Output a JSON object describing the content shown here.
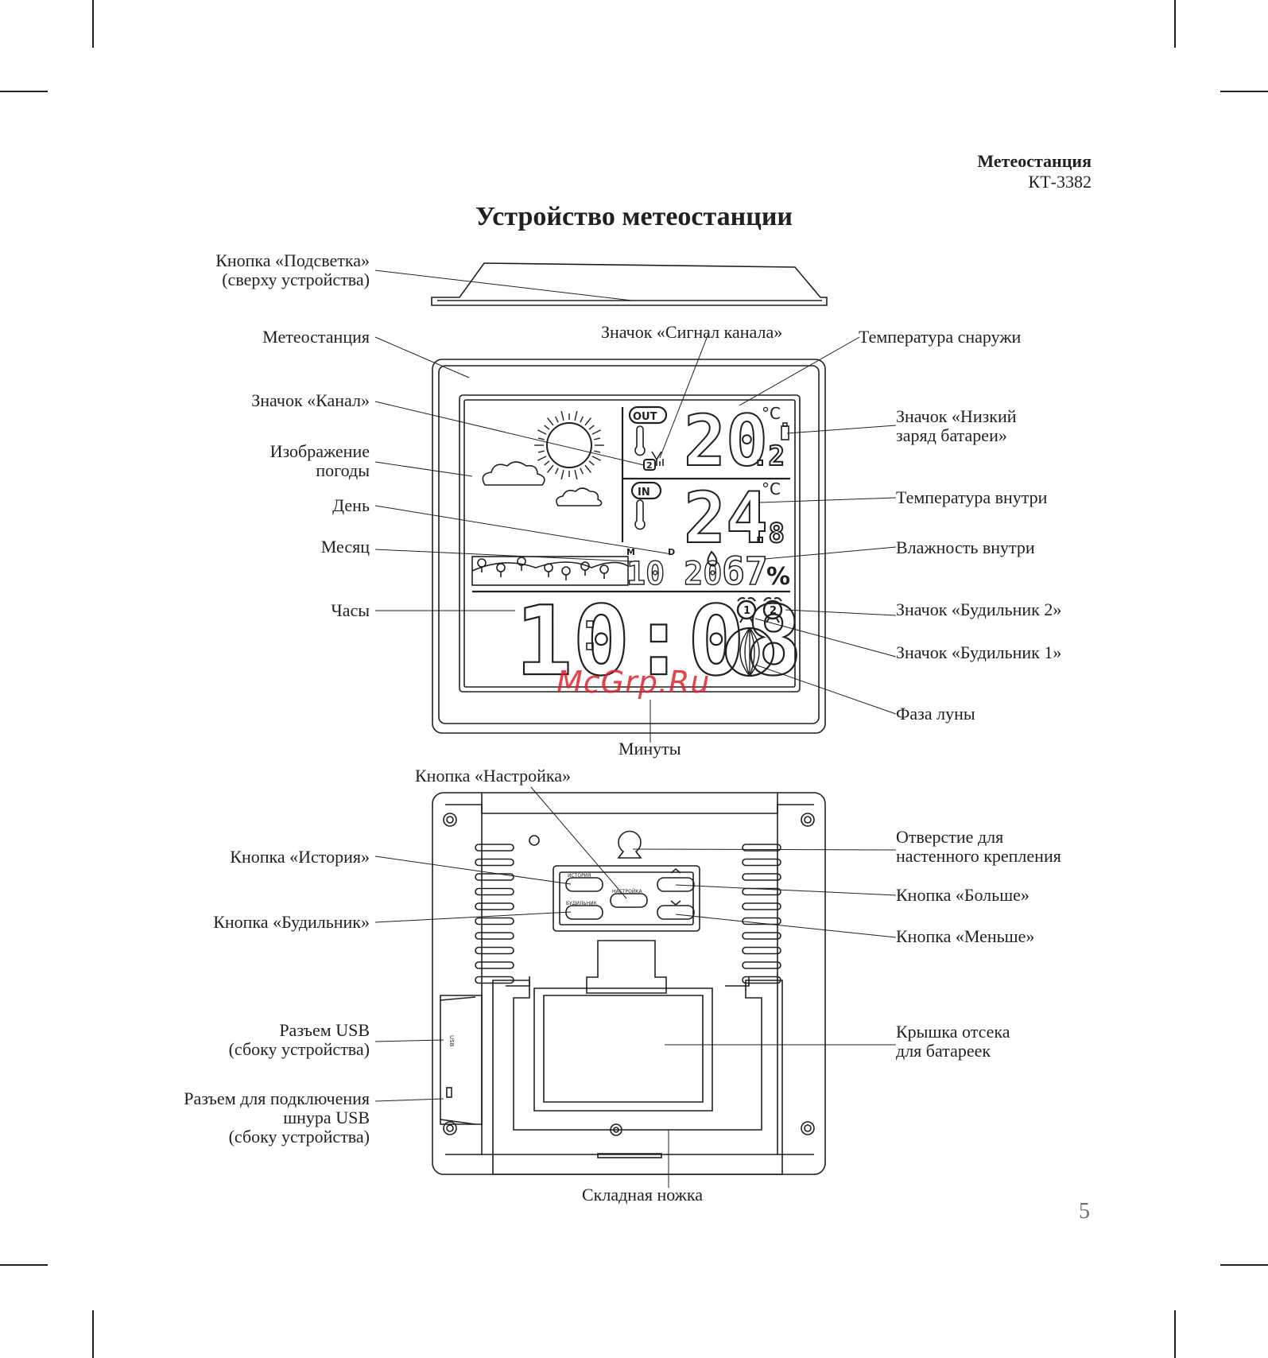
{
  "header": {
    "title": "Метеостанция",
    "model": "КТ-3382"
  },
  "page_title": "Устройство метеостанции",
  "page_number": "5",
  "watermark": "McGrp.Ru",
  "display": {
    "out_badge": "OUT",
    "in_badge": "IN",
    "channel": "2",
    "month_marker": "M",
    "day_marker": "D",
    "out_temp_main": "20",
    "out_temp_dec": ".2",
    "in_temp_main": "24",
    "in_temp_dec": ".8",
    "unit": "°C",
    "date": "10 20",
    "humidity": "67",
    "percent": "%",
    "time": "10:08",
    "alarm1": "1",
    "alarm2": "2"
  },
  "back_panel": {
    "history_btn": "ИСТОРИЯ",
    "setup_btn": "НАСТРОЙКА",
    "alarm_btn": "БУДИЛЬНИК",
    "usb_side": "USB"
  },
  "labels": {
    "backlight": "Кнопка «Подсветка»\n(сверху устройства)",
    "station": "Метеостанция",
    "channel_icon": "Значок «Канал»",
    "weather_image": "Изображение\nпогоды",
    "day": "День",
    "month": "Месяц",
    "clock": "Часы",
    "signal_icon": "Значок «Сигнал канала»",
    "outside_temp": "Температура снаружи",
    "low_battery": "Значок «Низкий\nзаряд батареи»",
    "inside_temp": "Температура внутри",
    "inside_humidity": "Влажность внутри",
    "alarm2_icon": "Значок «Будильник 2»",
    "alarm1_icon": "Значок «Будильник 1»",
    "moon_phase": "Фаза луны",
    "minutes": "Минуты",
    "setup_button": "Кнопка «Настройка»",
    "history_button": "Кнопка «История»",
    "alarm_button": "Кнопка «Будильник»",
    "usb_port": "Разъем USB\n(сбоку устройства)",
    "usb_cord_port": "Разъем для подключения\nшнура USB\n(сбоку устройства)",
    "wall_hole": "Отверстие для\nнастенного крепления",
    "up_button": "Кнопка «Больше»",
    "down_button": "Кнопка «Меньше»",
    "battery_cover": "Крышка отсека\nдля батареек",
    "stand": "Складная ножка"
  }
}
